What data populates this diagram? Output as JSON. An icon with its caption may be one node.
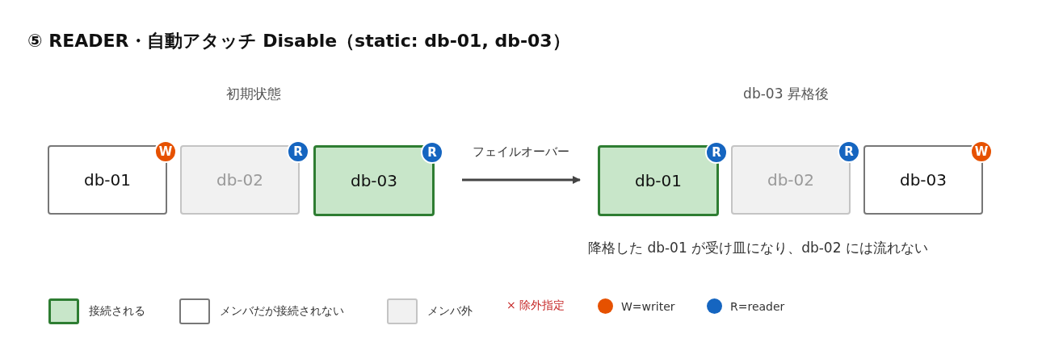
{
  "diagram": {
    "title": "⑤ READER・自動アタッチ Disable（static: db-01, db-03）",
    "nodes": [
      {
        "text": [
          "初期状態"
        ]
      },
      {
        "text": [
          "db-01"
        ],
        "in": 0
      },
      {
        "text": [
          "W"
        ]
      },
      {
        "text": [
          "db-02"
        ],
        "in": 0
      },
      {
        "text": [
          "R"
        ]
      },
      {
        "text": [
          "db-03"
        ],
        "in": 0
      },
      {
        "text": [
          "R"
        ]
      },
      {
        "text": [
          "db-03 昇格後"
        ]
      },
      {
        "text": [
          "db-01"
        ],
        "in": 7
      },
      {
        "text": [
          "R"
        ]
      },
      {
        "text": [
          "db-02"
        ],
        "in": 7
      },
      {
        "text": [
          "R"
        ]
      },
      {
        "text": [
          "db-03"
        ],
        "in": 7
      },
      {
        "text": [
          "W"
        ]
      }
    ],
    "edges": [
      {
        "from": 0,
        "to": 7,
        "arrow": "to",
        "label": "フェイルオーバー"
      }
    ],
    "labels": [
      "降格した db-01 が受け皿になり、db-02 には流れない"
    ],
    "legend": [
      {
        "text": "接続される",
        "color": "#c8e6c9"
      },
      {
        "text": "メンバだが接続されない",
        "color": "#ffffff"
      },
      {
        "text": "メンバ外",
        "color": "#f1f1f1"
      },
      {
        "text": "× 除外指定"
      },
      {
        "text": "W=writer",
        "color": "#e65100"
      },
      {
        "text": "R=reader",
        "color": "#1565c0"
      }
    ]
  }
}
